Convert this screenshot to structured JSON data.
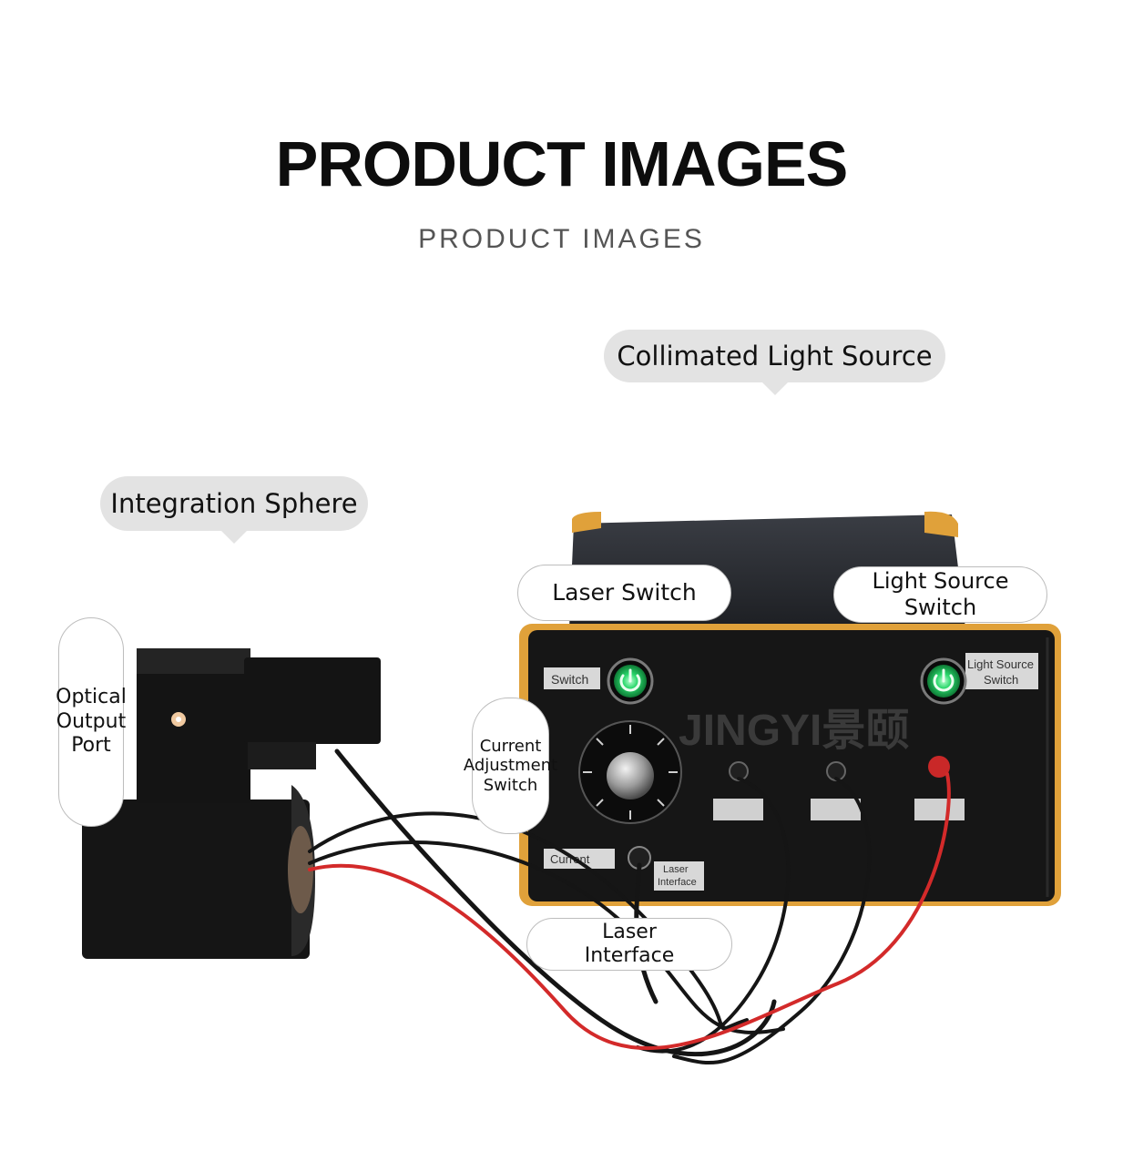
{
  "header": {
    "title": "PRODUCT IMAGES",
    "subtitle": "PRODUCT IMAGES"
  },
  "labels": {
    "collimated_light_source": "Collimated Light Source",
    "integration_sphere": "Integration Sphere",
    "laser_switch": "Laser Switch",
    "light_source_switch": "Light Source Switch",
    "optical_output_port": "Optical Output Port",
    "current_adjustment_switch": "Current Adjustment Switch",
    "laser_interface": "Laser Interface"
  },
  "panel_text": {
    "brand": "JINGYI景颐",
    "switch_tag": "Switch",
    "light_source_switch_tag": "Light Source Switch",
    "current_tag": "Current",
    "laser_interface_tag": "Laser Interface"
  },
  "colors": {
    "power_led": "#28d66a",
    "frame_orange": "#e0a13a",
    "cable_red": "#d32a2a",
    "device_black": "#151515"
  },
  "icons": [
    "power-icon"
  ]
}
